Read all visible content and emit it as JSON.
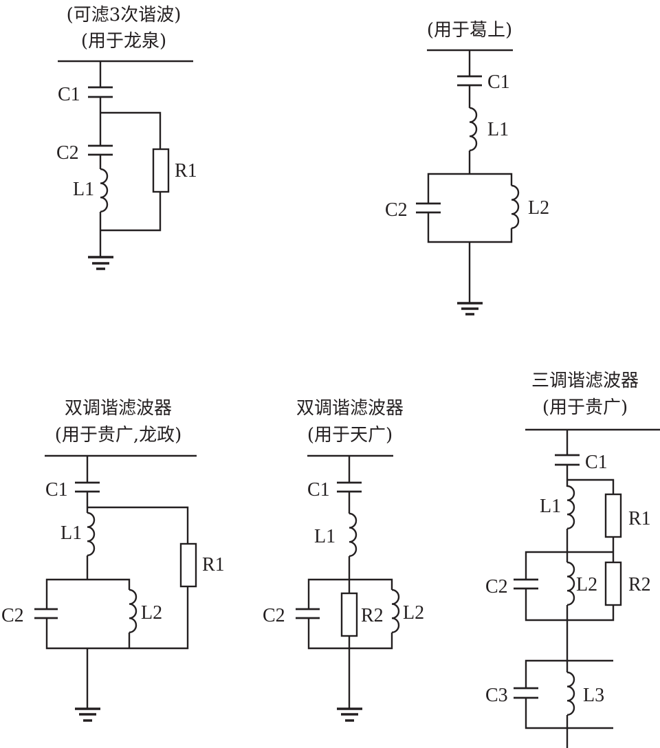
{
  "figure": {
    "type": "harmonic filter circuit schematics",
    "line_color": "#231f20",
    "background": "#ffffff"
  },
  "circuits": [
    {
      "id": "filter-longquan",
      "title_lines": [
        "(可滤3次谐波)",
        "(用于龙泉)"
      ],
      "labels": {
        "C1": "C1",
        "C2": "C2",
        "L1": "L1",
        "R1": "R1"
      }
    },
    {
      "id": "filter-geshang",
      "title_lines": [
        "(用于葛上)"
      ],
      "labels": {
        "C1": "C1",
        "L1": "L1",
        "C2": "C2",
        "L2": "L2"
      }
    },
    {
      "id": "double-tuned-guiguang-longzheng",
      "title_lines": [
        "双调谐滤波器",
        "(用于贵广,龙政)"
      ],
      "labels": {
        "C1": "C1",
        "L1": "L1",
        "R1": "R1",
        "C2": "C2",
        "L2": "L2"
      }
    },
    {
      "id": "double-tuned-tianguang",
      "title_lines": [
        "双调谐滤波器",
        "(用于天广)"
      ],
      "labels": {
        "C1": "C1",
        "L1": "L1",
        "C2": "C2",
        "R2": "R2",
        "L2": "L2"
      }
    },
    {
      "id": "triple-tuned-guiguang",
      "title_lines": [
        "三调谐滤波器",
        "(用于贵广)"
      ],
      "labels": {
        "C1": "C1",
        "L1": "L1",
        "R1": "R1",
        "C2": "C2",
        "L2": "L2",
        "R2": "R2",
        "C3": "C3",
        "L3": "L3"
      }
    }
  ]
}
